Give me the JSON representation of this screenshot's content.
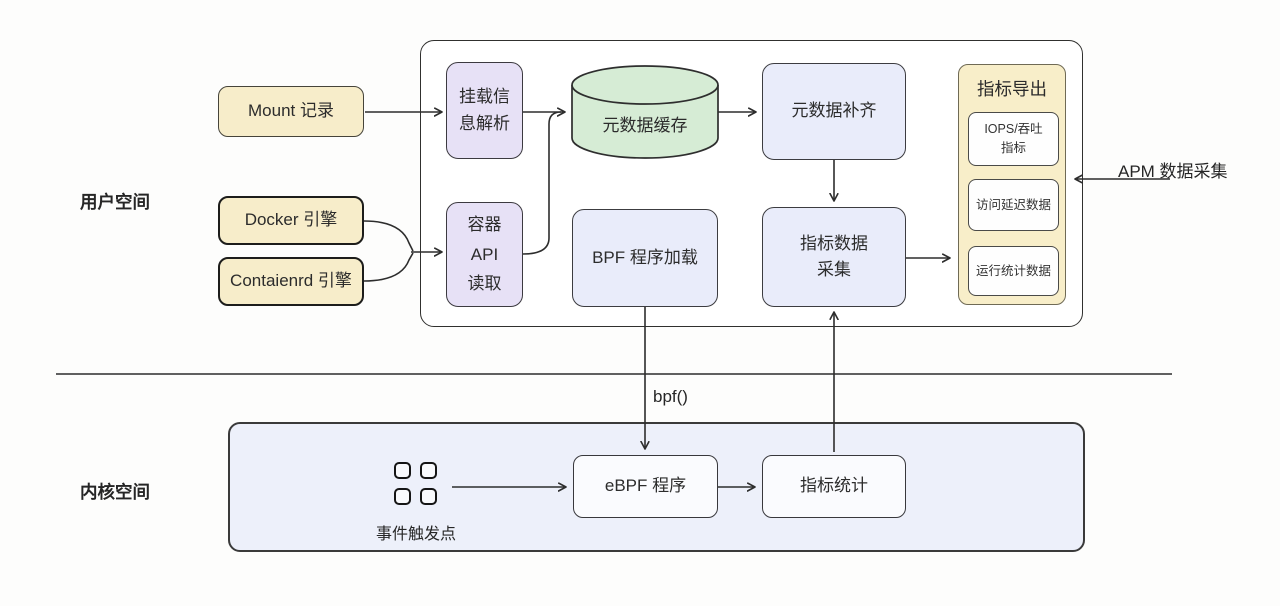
{
  "diagram": {
    "user_space_label": "用户空间",
    "kernel_space_label": "内核空间",
    "apm_label": "APM 数据采集",
    "bpf_syscall_label": "bpf()",
    "event_trigger_label": "事件触发点",
    "nodes": {
      "mount_record": "Mount 记录",
      "docker_engine": "Docker 引擎",
      "containerd_engine": "Contaienrd 引擎",
      "mount_info_parser": "挂载信\n息解析",
      "container_api_reader": "容器\nAPI\n读取",
      "metadata_cache": "元数据缓存",
      "metadata_completion": "元数据补齐",
      "bpf_program_loader": "BPF 程序加载",
      "metric_data_collector": "指标数据\n采集",
      "ebpf_program": "eBPF 程序",
      "metric_statistics": "指标统计"
    },
    "metric_export": {
      "title": "指标导出",
      "items": [
        "IOPS/吞吐\n指标",
        "访问延迟数据",
        "运行统计数据"
      ]
    },
    "colors": {
      "source_box_fill": "#f7edca",
      "parser_box_fill": "#e7e1f6",
      "cache_cylinder_fill": "#d6ecd5",
      "process_box_fill": "#e9ecfa",
      "export_panel_fill": "#f8eec9",
      "kernel_panel_fill": "#edf0fa",
      "line_color": "#2d2d2d"
    }
  }
}
